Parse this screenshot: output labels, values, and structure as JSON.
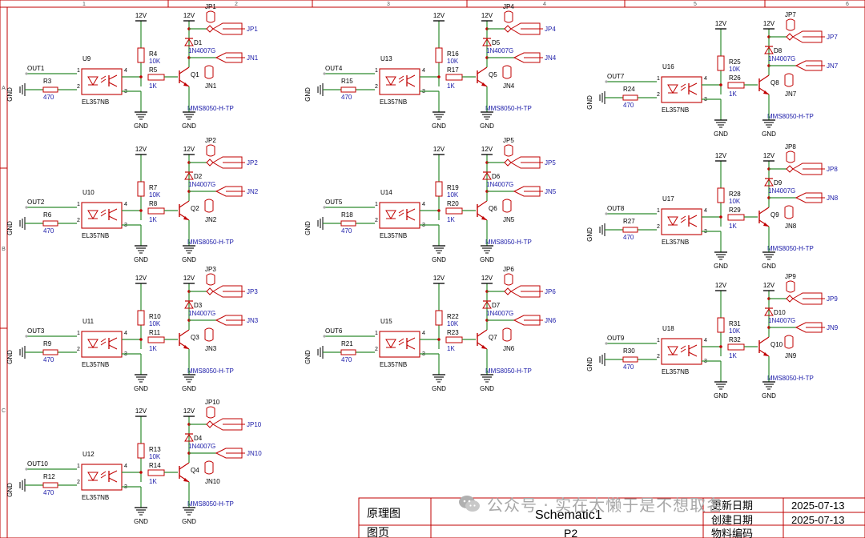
{
  "sheet": {
    "columns": [
      "1",
      "2",
      "3",
      "4",
      "5",
      "6"
    ],
    "rows": [
      "A",
      "B",
      "C"
    ]
  },
  "colors": {
    "wire": "#2e8b2e",
    "part": "#c00000",
    "label": "#1a1aa8",
    "net": "#000000",
    "frame": "#c00000",
    "pin": "#000000"
  },
  "common": {
    "opto_part": "EL357NB",
    "diode_part": "1N4007G",
    "transistor_part": "MMS8050-H-TP",
    "r_input_value": "470",
    "r_pullup_value": "10K",
    "r_base_value": "1K",
    "vcc": "12V",
    "gnd": "GND"
  },
  "channels": [
    {
      "out": "OUT1",
      "u": "U9",
      "r_in": "R3",
      "r_pu": "R4",
      "r_b": "R5",
      "d": "D1",
      "q": "Q1",
      "jp": "JP1",
      "jn": "JN1"
    },
    {
      "out": "OUT2",
      "u": "U10",
      "r_in": "R6",
      "r_pu": "R7",
      "r_b": "R8",
      "d": "D2",
      "q": "Q2",
      "jp": "JP2",
      "jn": "JN2"
    },
    {
      "out": "OUT3",
      "u": "U11",
      "r_in": "R9",
      "r_pu": "R10",
      "r_b": "R11",
      "d": "D3",
      "q": "Q3",
      "jp": "JP3",
      "jn": "JN3"
    },
    {
      "out": "OUT10",
      "u": "U12",
      "r_in": "R12",
      "r_pu": "R13",
      "r_b": "R14",
      "d": "D4",
      "q": "Q4",
      "jp": "JP10",
      "jn": "JN10"
    },
    {
      "out": "OUT4",
      "u": "U13",
      "r_in": "R15",
      "r_pu": "R16",
      "r_b": "R17",
      "d": "D5",
      "q": "Q5",
      "jp": "JP4",
      "jn": "JN4"
    },
    {
      "out": "OUT5",
      "u": "U14",
      "r_in": "R18",
      "r_pu": "R19",
      "r_b": "R20",
      "d": "D6",
      "q": "Q6",
      "jp": "JP5",
      "jn": "JN5"
    },
    {
      "out": "OUT6",
      "u": "U15",
      "r_in": "R21",
      "r_pu": "R22",
      "r_b": "R23",
      "d": "D7",
      "q": "Q7",
      "jp": "JP6",
      "jn": "JN6"
    },
    {
      "out": "OUT7",
      "u": "U16",
      "r_in": "R24",
      "r_pu": "R25",
      "r_b": "R26",
      "d": "D8",
      "q": "Q8",
      "jp": "JP7",
      "jn": "JN7"
    },
    {
      "out": "OUT8",
      "u": "U17",
      "r_in": "R27",
      "r_pu": "R28",
      "r_b": "R29",
      "d": "D9",
      "q": "Q9",
      "jp": "JP8",
      "jn": "JN8"
    },
    {
      "out": "OUT9",
      "u": "U18",
      "r_in": "R30",
      "r_pu": "R31",
      "r_b": "R32",
      "d": "D10",
      "q": "Q10",
      "jp": "JP9",
      "jn": "JN9"
    }
  ],
  "title_block": {
    "label_schematic": "原理图",
    "schematic_name": "Schematic1",
    "label_modified": "更新日期",
    "modified_date": "2025-07-13",
    "label_created": "创建日期",
    "created_date": "2025-07-13",
    "label_page": "图页",
    "page_name": "P2",
    "label_part_no": "物料编码"
  },
  "watermark": {
    "text": "公众号 · 实在太懒于是不想取名"
  }
}
